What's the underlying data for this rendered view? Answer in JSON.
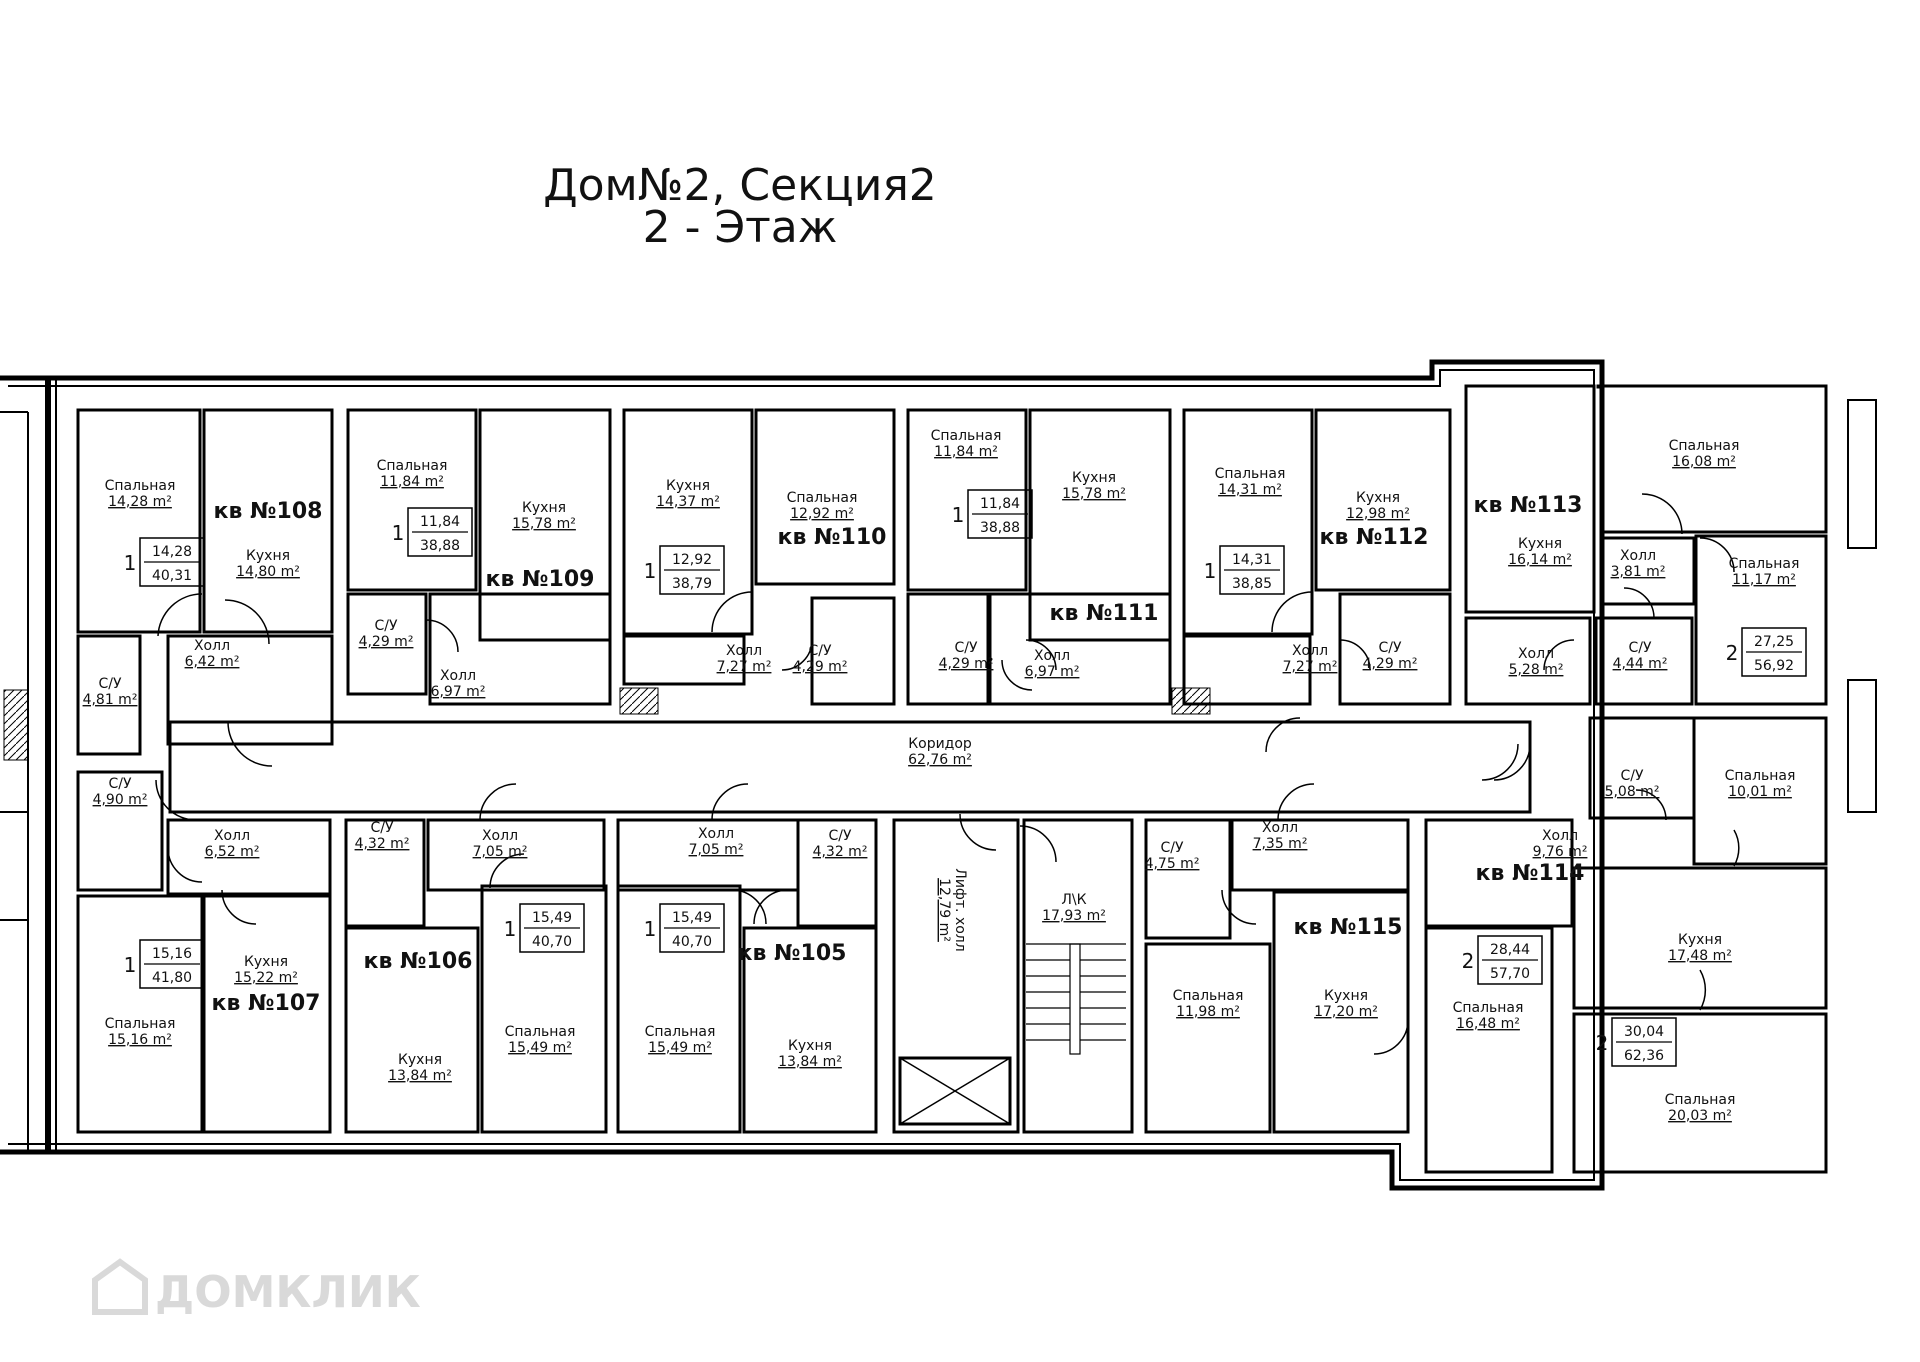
{
  "header": {
    "title": "Дом№2, Секция2",
    "floor": "2 - Этаж"
  },
  "watermark": "ДОМКЛИК",
  "corridor": {
    "name": "Коридор",
    "area": "62,76 m²"
  },
  "core": {
    "lift_hall": {
      "name": "Лифт. холл",
      "area": "12,79 m²"
    },
    "stairs": {
      "name": "Л\\К",
      "area": "17,93 m²"
    }
  },
  "apartments": [
    {
      "no": "кв №108",
      "rooms": "1",
      "living": "14,28",
      "total": "40,31",
      "spaces": [
        {
          "name": "Спальная",
          "area": "14,28 m²"
        },
        {
          "name": "Кухня",
          "area": "14,80 m²"
        },
        {
          "name": "Холл",
          "area": "6,42 m²"
        },
        {
          "name": "С/У",
          "area": "4,81 m²"
        }
      ]
    },
    {
      "no": "кв №109",
      "rooms": "1",
      "living": "11,84",
      "total": "38,88",
      "spaces": [
        {
          "name": "Спальная",
          "area": "11,84 m²"
        },
        {
          "name": "Кухня",
          "area": "15,78 m²"
        },
        {
          "name": "С/У",
          "area": "4,29 m²"
        },
        {
          "name": "Холл",
          "area": "6,97 m²"
        }
      ]
    },
    {
      "no": "кв №110",
      "rooms": "1",
      "living": "12,92",
      "total": "38,79",
      "spaces": [
        {
          "name": "Кухня",
          "area": "14,37 m²"
        },
        {
          "name": "Спальная",
          "area": "12,92 m²"
        },
        {
          "name": "Холл",
          "area": "7,27 m²"
        },
        {
          "name": "С/У",
          "area": "4,29 m²"
        }
      ]
    },
    {
      "no": "кв №111",
      "rooms": "1",
      "living": "11,84",
      "total": "38,88",
      "spaces": [
        {
          "name": "Спальная",
          "area": "11,84 m²"
        },
        {
          "name": "Кухня",
          "area": "15,78 m²"
        },
        {
          "name": "С/У",
          "area": "4,29 m²"
        },
        {
          "name": "Холл",
          "area": "6,97 m²"
        }
      ]
    },
    {
      "no": "кв №112",
      "rooms": "1",
      "living": "14,31",
      "total": "38,85",
      "spaces": [
        {
          "name": "Спальная",
          "area": "14,31 m²"
        },
        {
          "name": "Кухня",
          "area": "12,98 m²"
        },
        {
          "name": "Холл",
          "area": "7,27 m²"
        },
        {
          "name": "С/У",
          "area": "4,29 m²"
        }
      ]
    },
    {
      "no": "кв №113",
      "rooms": "2",
      "living": "27,25",
      "total": "56,92",
      "spaces": [
        {
          "name": "Спальная",
          "area": "16,08 m²"
        },
        {
          "name": "Кухня",
          "area": "16,14 m²"
        },
        {
          "name": "Холл",
          "area": "3,81 m²"
        },
        {
          "name": "Спальная",
          "area": "11,17 m²"
        },
        {
          "name": "С/У",
          "area": "4,44 m²"
        },
        {
          "name": "Холл",
          "area": "5,28 m²"
        }
      ]
    },
    {
      "no": "кв №114",
      "rooms": "2",
      "living": "30,04",
      "total": "62,36",
      "spaces": [
        {
          "name": "С/У",
          "area": "5,08 m²"
        },
        {
          "name": "Спальная",
          "area": "10,01 m²"
        },
        {
          "name": "Холл",
          "area": "9,76 m²"
        },
        {
          "name": "Кухня",
          "area": "17,48 m²"
        },
        {
          "name": "Спальная",
          "area": "20,03 m²"
        }
      ]
    },
    {
      "no": "кв №115",
      "rooms": "2",
      "living": "28,44",
      "total": "57,70",
      "spaces": [
        {
          "name": "С/У",
          "area": "4,75 m²"
        },
        {
          "name": "Холл",
          "area": "7,35 m²"
        },
        {
          "name": "Спальная",
          "area": "11,98 m²"
        },
        {
          "name": "Кухня",
          "area": "17,20 m²"
        },
        {
          "name": "Спальная",
          "area": "16,48 m²"
        }
      ]
    },
    {
      "no": "кв №107",
      "rooms": "1",
      "living": "15,16",
      "total": "41,80",
      "spaces": [
        {
          "name": "С/У",
          "area": "4,90 m²"
        },
        {
          "name": "Холл",
          "area": "6,52 m²"
        },
        {
          "name": "Кухня",
          "area": "15,22 m²"
        },
        {
          "name": "Спальная",
          "area": "15,16 m²"
        }
      ]
    },
    {
      "no": "кв №106",
      "rooms": "1",
      "living": "15,49",
      "total": "40,70",
      "spaces": [
        {
          "name": "С/У",
          "area": "4,32 m²"
        },
        {
          "name": "Холл",
          "area": "7,05 m²"
        },
        {
          "name": "Кухня",
          "area": "13,84 m²"
        },
        {
          "name": "Спальная",
          "area": "15,49 m²"
        }
      ]
    },
    {
      "no": "кв №105",
      "rooms": "1",
      "living": "15,49",
      "total": "40,70",
      "spaces": [
        {
          "name": "Холл",
          "area": "7,05 m²"
        },
        {
          "name": "С/У",
          "area": "4,32 m²"
        },
        {
          "name": "Спальная",
          "area": "15,49 m²"
        },
        {
          "name": "Кухня",
          "area": "13,84 m²"
        }
      ]
    }
  ]
}
